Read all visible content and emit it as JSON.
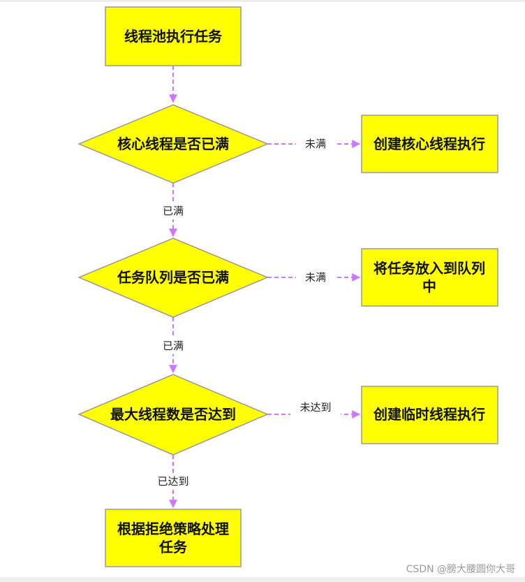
{
  "colors": {
    "node_fill": "#ffff00",
    "node_stroke": "#999999",
    "edge": "#cc77ff"
  },
  "nodes": {
    "start": "线程池执行任务",
    "d1": "核心线程是否已满",
    "r1": "创建核心线程执行",
    "d2": "任务队列是否已满",
    "r2_line1": "将任务放入到队列",
    "r2_line2": "中",
    "d3": "最大线程数是否达到",
    "r3": "创建临时线程执行",
    "end_line1": "根据拒绝策略处理",
    "end_line2": "任务"
  },
  "edges": {
    "d1_no": "未满",
    "d1_yes": "已满",
    "d2_no": "未满",
    "d2_yes": "已满",
    "d3_no": "未达到",
    "d3_yes": "已达到"
  },
  "watermark": "CSDN @膀大腰圆你大哥"
}
